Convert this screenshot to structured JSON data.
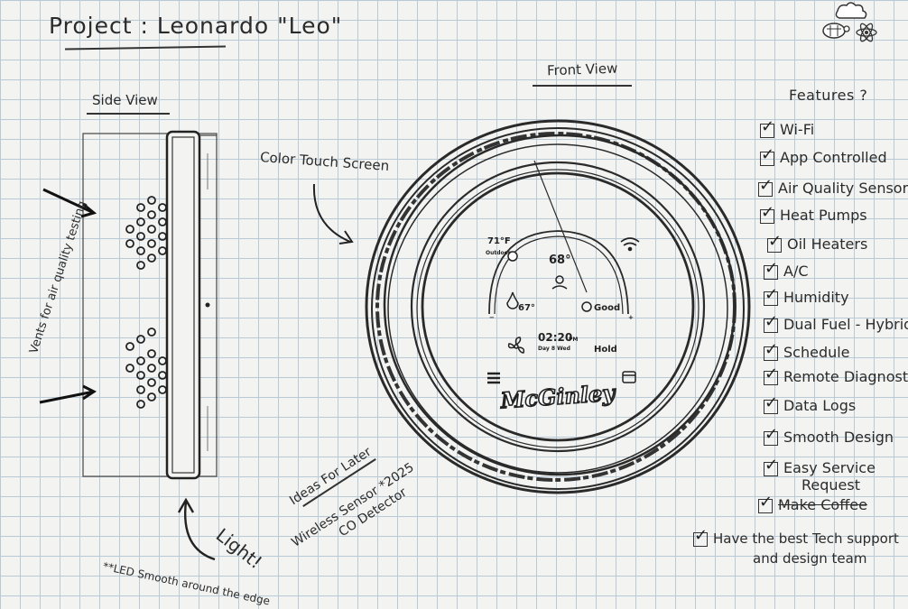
{
  "title": "Project : Leonardo \"Leo\"",
  "labels": {
    "side_view": "Side View",
    "front_view": "Front View",
    "color_touch_screen": "Color Touch Screen",
    "vents": "Vents for air quality testing",
    "light": "Light!",
    "led_note": "**LED Smooth around the edge",
    "ideas_title": "Ideas For Later",
    "ideas_line1": "Wireless Sensor *2025",
    "ideas_line2": "CO Detector"
  },
  "features": {
    "title": "Features ?",
    "items": [
      {
        "label": "Wi-Fi",
        "checked": true,
        "struck": false
      },
      {
        "label": "App Controlled",
        "checked": true,
        "struck": false
      },
      {
        "label": "Air Quality Sensor",
        "checked": true,
        "struck": false
      },
      {
        "label": "Heat Pumps",
        "checked": true,
        "struck": false
      },
      {
        "label": "Oil Heaters",
        "checked": true,
        "struck": false
      },
      {
        "label": "A/C",
        "checked": true,
        "struck": false
      },
      {
        "label": "Humidity",
        "checked": true,
        "struck": false
      },
      {
        "label": "Dual Fuel - Hybrid",
        "checked": true,
        "struck": false
      },
      {
        "label": "Schedule",
        "checked": true,
        "struck": false
      },
      {
        "label": "Remote Diagnostics",
        "checked": true,
        "struck": false
      },
      {
        "label": "Data Logs",
        "checked": true,
        "struck": false
      },
      {
        "label": "Smooth Design",
        "checked": true,
        "struck": false
      },
      {
        "label": "Easy Service",
        "checked": true,
        "struck": false
      },
      {
        "label": "Make Coffee",
        "checked": true,
        "struck": true
      }
    ],
    "request": "Request",
    "support_line1": "Have the best Tech support",
    "support_line2": "and design team"
  },
  "screen": {
    "outdoor_temp": "71°F",
    "outdoor_label": "Outdoor",
    "setpoint": "68°",
    "humidity": "67°",
    "aq_label": "Good",
    "time": "02:20",
    "ampm": "PM",
    "date": "Day 8 Wed",
    "mode": "Hold",
    "brand": "McGinley"
  }
}
